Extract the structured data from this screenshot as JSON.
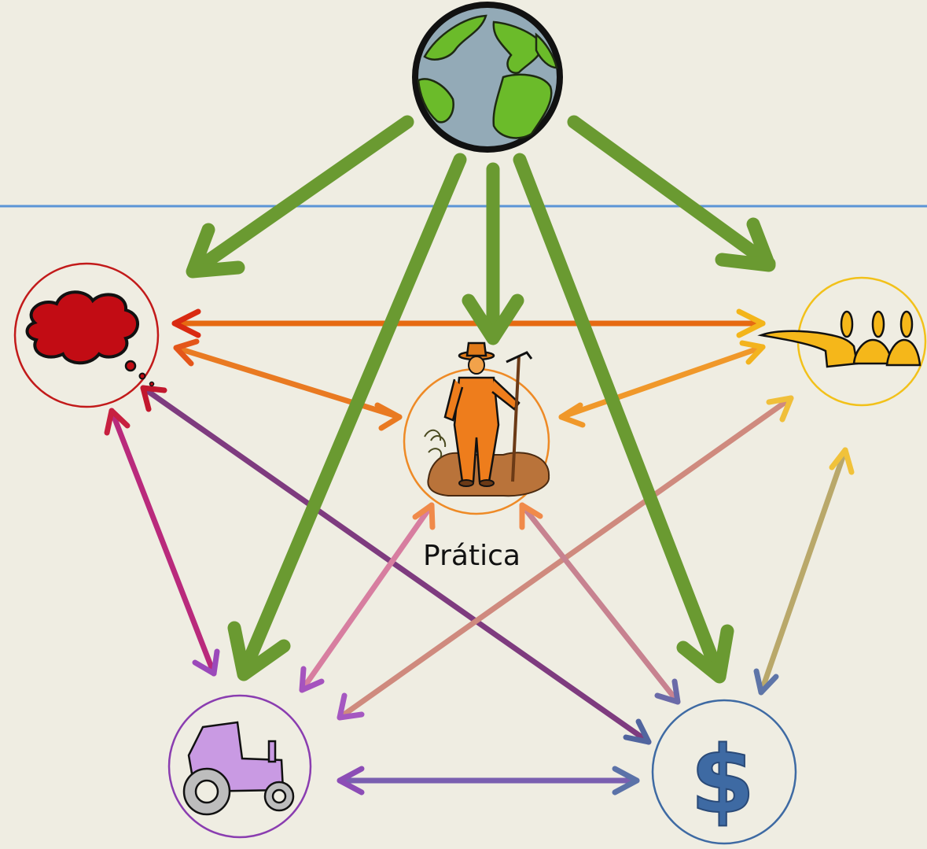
{
  "labels": {
    "practice": "Prática"
  },
  "node_colors": {
    "globe": "#6aa32a",
    "thought": "#c8101a",
    "practice": "#ee8a26",
    "people": "#f2c11a",
    "tractor": "#9d4fb8",
    "money": "#3e6aa3",
    "divider": "#5b95d6"
  },
  "nodes": [
    {
      "id": "globe",
      "icon": "globe-icon"
    },
    {
      "id": "thought",
      "icon": "thought-bubble-icon"
    },
    {
      "id": "practice",
      "icon": "farmer-icon"
    },
    {
      "id": "people",
      "icon": "people-pointing-icon"
    },
    {
      "id": "tractor",
      "icon": "tractor-icon"
    },
    {
      "id": "money",
      "icon": "dollar-icon"
    }
  ]
}
